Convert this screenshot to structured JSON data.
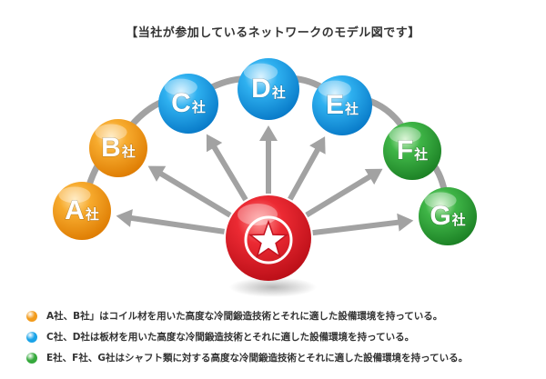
{
  "title": "【当社が参加しているネットワークのモデル図です】",
  "colors": {
    "orange": "#f29b1c",
    "blue": "#1aa3e8",
    "green": "#35a93c",
    "red": "#e51e2a",
    "arrow": "#a2a2a2"
  },
  "nodes": [
    {
      "letter": "A",
      "suffix": "社",
      "color": "orange"
    },
    {
      "letter": "B",
      "suffix": "社",
      "color": "orange"
    },
    {
      "letter": "C",
      "suffix": "社",
      "color": "blue"
    },
    {
      "letter": "D",
      "suffix": "社",
      "color": "blue"
    },
    {
      "letter": "E",
      "suffix": "社",
      "color": "blue"
    },
    {
      "letter": "F",
      "suffix": "社",
      "color": "green"
    },
    {
      "letter": "G",
      "suffix": "社",
      "color": "green"
    }
  ],
  "center": {
    "icon": "star-in-circle-icon",
    "color": "red"
  },
  "legend": [
    {
      "color": "orange",
      "text": "A社、B社」はコイル材を用いた高度な冷間鍛造技術とそれに適した設備環境を持っている。"
    },
    {
      "color": "blue",
      "text": "C社、D社は板材を用いた高度な冷間鍛造技術とそれに適した設備環境を持っている。"
    },
    {
      "color": "green",
      "text": "E社、F社、G社はシャフト類に対する高度な冷間鍛造技術とそれに適した設備環境を持っている。"
    }
  ]
}
